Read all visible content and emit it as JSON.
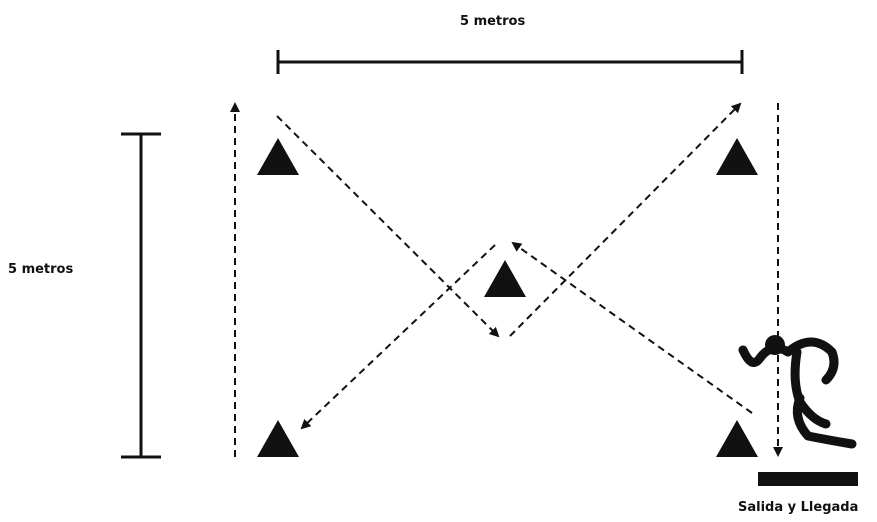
{
  "labels": {
    "horizontal_distance": "5 metros",
    "vertical_distance": "5 metros",
    "start_finish": "Salida y Llegada"
  },
  "colors": {
    "ink": "#111111",
    "background": "#ffffff"
  },
  "icons": {
    "cone": "triangle-cone-icon",
    "runner": "runner-icon"
  }
}
